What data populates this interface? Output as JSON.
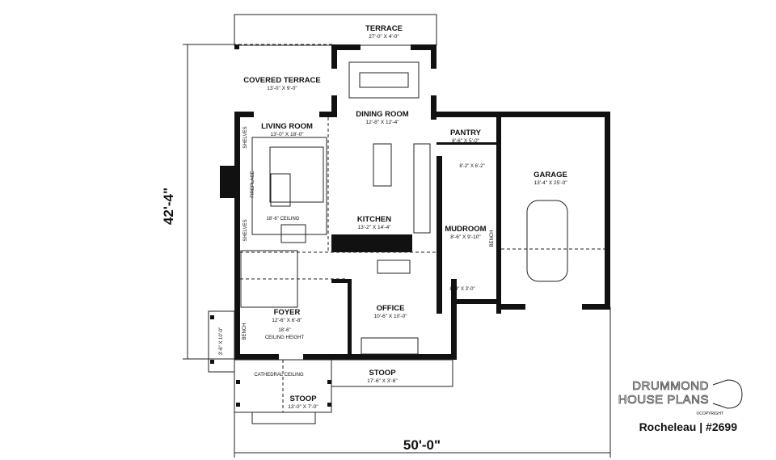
{
  "plan": {
    "rooms": [
      {
        "name": "TERRACE",
        "size": "27'-0\" X 4'-0\""
      },
      {
        "name": "COVERED TERRACE",
        "size": "13'-0\" X 9'-0\""
      },
      {
        "name": "DINING ROOM",
        "size": "12'-8\" X 12'-4\""
      },
      {
        "name": "PANTRY",
        "size": "8'-6\" X 5'-0\""
      },
      {
        "name": "LIVING ROOM",
        "size": "13'-0\" X 18'-0\""
      },
      {
        "name": "GARAGE",
        "size": "13'-4\" X 25'-0\""
      },
      {
        "name": "KITCHEN",
        "size": "13'-2\" X 14'-4\""
      },
      {
        "name": "MUDROOM",
        "size": "8'-6\" X 9'-10\""
      },
      {
        "name": "OFFICE",
        "size": "10'-6\" X 10'-0\""
      },
      {
        "name": "FOYER",
        "size": "12'-6\" X 6'-8\""
      },
      {
        "name": "STOOP",
        "size": "17'-6\" X 3'-6\""
      },
      {
        "name": "STOOP",
        "size": "13'-0\" X 7'-0\""
      }
    ],
    "notes": {
      "laundry_size": "8'-2\" X 6'-2\"",
      "bath_size": "8'-4\" X 3'-0\"",
      "porch_size": "3'-6\" X 10'-0\"",
      "shelves": "SHELVES",
      "fireplace": "FIREPLACE",
      "bench": "BENCH",
      "living_ceiling": "18'-6\" CEILING",
      "foyer_ceiling_1": "18'-6\"",
      "foyer_ceiling_2": "CEILING HEIGHT",
      "cathedral": "CATHEDRAL CEILING"
    },
    "dimensions": {
      "depth": "42'-4\"",
      "width": "50'-0\""
    }
  },
  "branding": {
    "logo_line1": "DRUMMOND",
    "logo_line2": "HOUSE PLANS",
    "copyright": "©COPYRIGHT",
    "caption": "Rocheleau | #2699"
  }
}
